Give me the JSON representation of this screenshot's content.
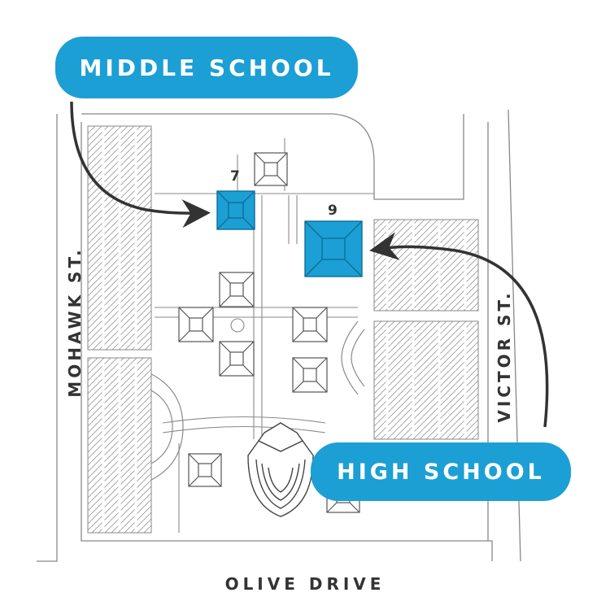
{
  "labels": {
    "middle_school": "MIDDLE SCHOOL",
    "high_school": "HIGH SCHOOL"
  },
  "streets": {
    "mohawk": "MOHAWK ST.",
    "victor": "VICTOR ST.",
    "olive": "OLIVE DRIVE"
  },
  "buildings": {
    "middle_number": "7",
    "high_number": "9"
  },
  "colors": {
    "accent": "#1c9fd4",
    "line": "#888888",
    "arrow": "#333333"
  }
}
